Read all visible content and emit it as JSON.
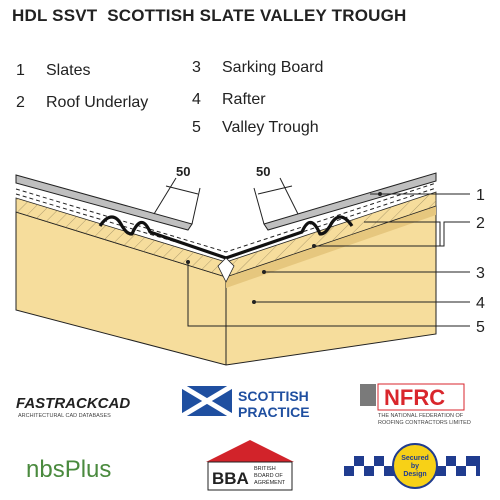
{
  "title": "HDL SSVT  SCOTTISH SLATE VALLEY TROUGH",
  "legend": [
    {
      "num": "1",
      "label": "Slates"
    },
    {
      "num": "2",
      "label": "Roof Underlay"
    },
    {
      "num": "3",
      "label": "Sarking Board"
    },
    {
      "num": "4",
      "label": "Rafter"
    },
    {
      "num": "5",
      "label": "Valley Trough"
    }
  ],
  "dimensions": {
    "left": "50",
    "right": "50"
  },
  "callouts": [
    "1",
    "2",
    "3",
    "4",
    "5"
  ],
  "logos": {
    "fastrack": {
      "name": "FASTRACKCAD",
      "sub": "ARCHITECTURAL CAD DATABASES"
    },
    "scottish": {
      "line1": "SCOTTISH",
      "line2": "PRACTICE"
    },
    "nfrc": {
      "name": "NFRC",
      "sub1": "THE NATIONAL FEDERATION OF",
      "sub2": "ROOFING CONTRACTORS LIMITED"
    },
    "nbs": {
      "name": "nbsPlus"
    },
    "bba": {
      "name": "BBA",
      "sub1": "BRITISH",
      "sub2": "BOARD OF",
      "sub3": "AGRÉMENT"
    },
    "sbd": {
      "line1": "Secured",
      "line2": "by",
      "line3": "Design"
    }
  },
  "colors": {
    "timber": "#f6dd9c",
    "slate": "#bfbfbf",
    "trough": "#111111",
    "line": "#222222",
    "scottish_blue": "#1f4fa0",
    "nfrc_red": "#d9262c",
    "bba_red": "#d2232a",
    "police_blue": "#203c8f",
    "badge_yellow": "#f7d117"
  }
}
